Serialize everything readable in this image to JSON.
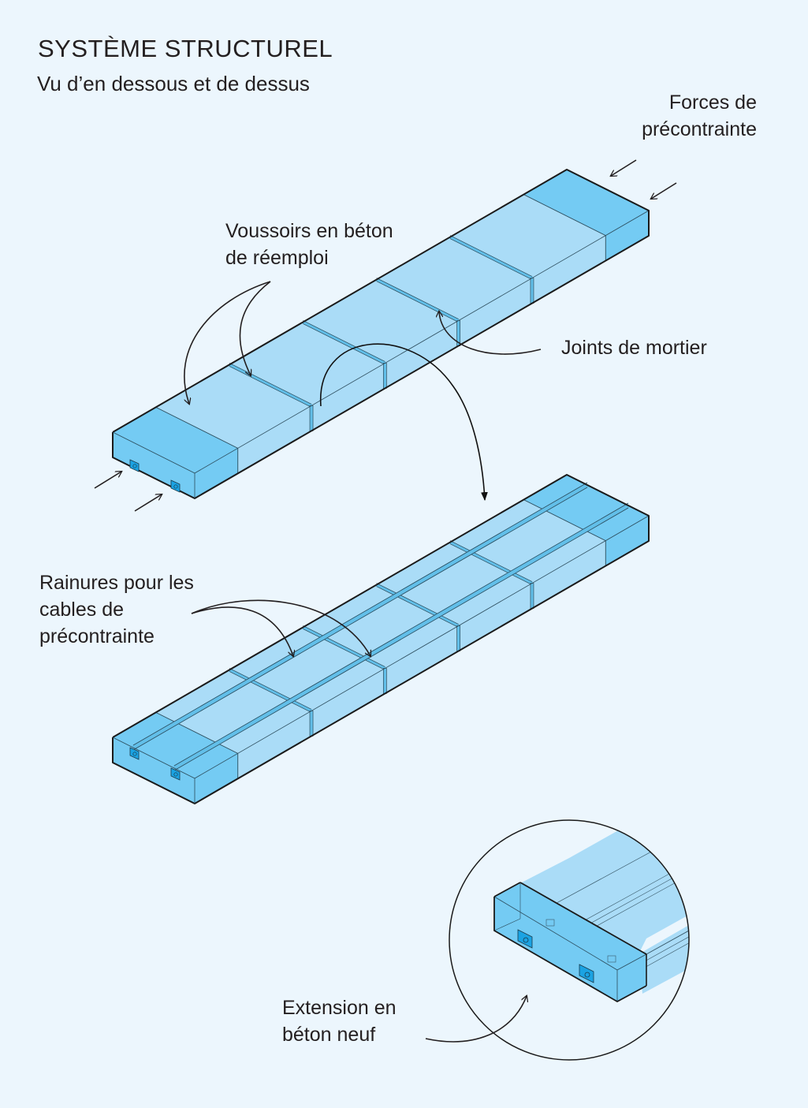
{
  "header": {
    "title": "SYSTÈME STRUCTUREL",
    "subtitle": "Vu d’en dessous et de dessus"
  },
  "labels": {
    "forces": "Forces de\nprécontrainte",
    "voussoirs": "Voussoirs en béton\nde réemploi",
    "joints": "Joints de mortier",
    "rainures": "Rainures pour les\ncables de\nprécontrainte",
    "extension": "Extension en\nbéton neuf"
  },
  "diagram": {
    "top_view": "beam-underside",
    "bottom_view": "beam-top-with-grooves",
    "detail_view": "end-extension-closeup",
    "segment_count": 5,
    "cable_groove_count": 2,
    "anchor_count": 2
  },
  "colors": {
    "background": "#ecf6fd",
    "segment_face": "#aadcf7",
    "extension_face": "#74cbf3",
    "anchor": "#1ba3e3",
    "outline": "#1a1a1a",
    "text": "#231f20"
  }
}
